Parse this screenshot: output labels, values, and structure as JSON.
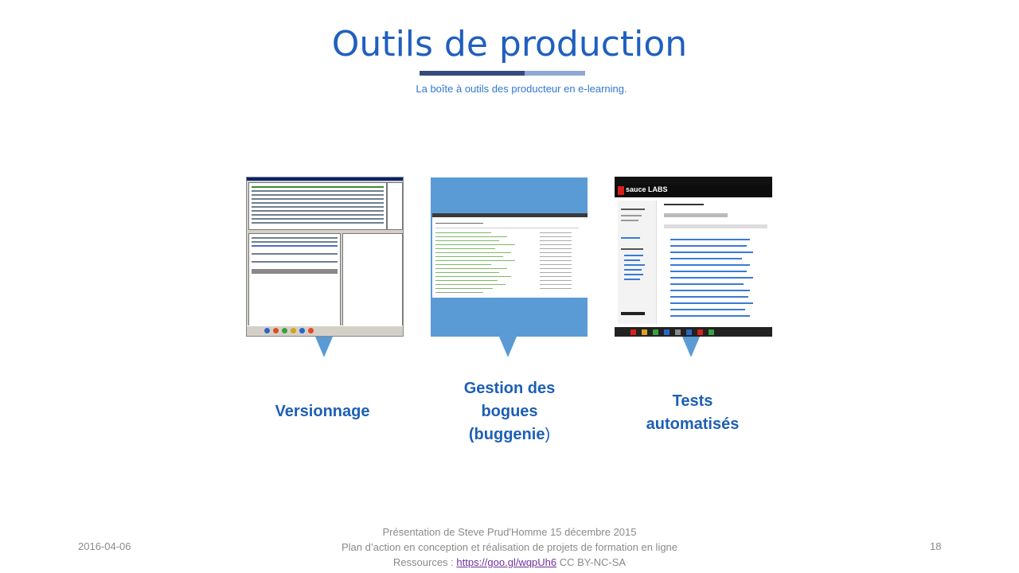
{
  "slide": {
    "title": "Outils de production",
    "subtitle": "La boîte à outils des producteur  en e-learning."
  },
  "tools": [
    {
      "label": "Versionnage"
    },
    {
      "label_line1": "Gestion des",
      "label_line2": "bogues",
      "label_line3_bold": "(buggenie",
      "label_line3_paren": ")"
    },
    {
      "label_line1": "Tests",
      "label_line2": "automatisés"
    }
  ],
  "screens": {
    "sauce_brand": "sauce LABS"
  },
  "footer": {
    "date": "2016-04-06",
    "line1": "Présentation de Steve Prud'Homme  15 décembre  2015",
    "line2": "Plan d’action en conception et réalisation de projets de formation en ligne",
    "line3_prefix": "Ressources : ",
    "link": "https://goo.gl/wqpUh6",
    "line3_suffix": "  CC BY-NC-SA",
    "page_number": "18"
  },
  "colors": {
    "title": "#1f5fbf",
    "accent_blue": "#5b9bd5",
    "label_blue": "#1d5fb5"
  }
}
